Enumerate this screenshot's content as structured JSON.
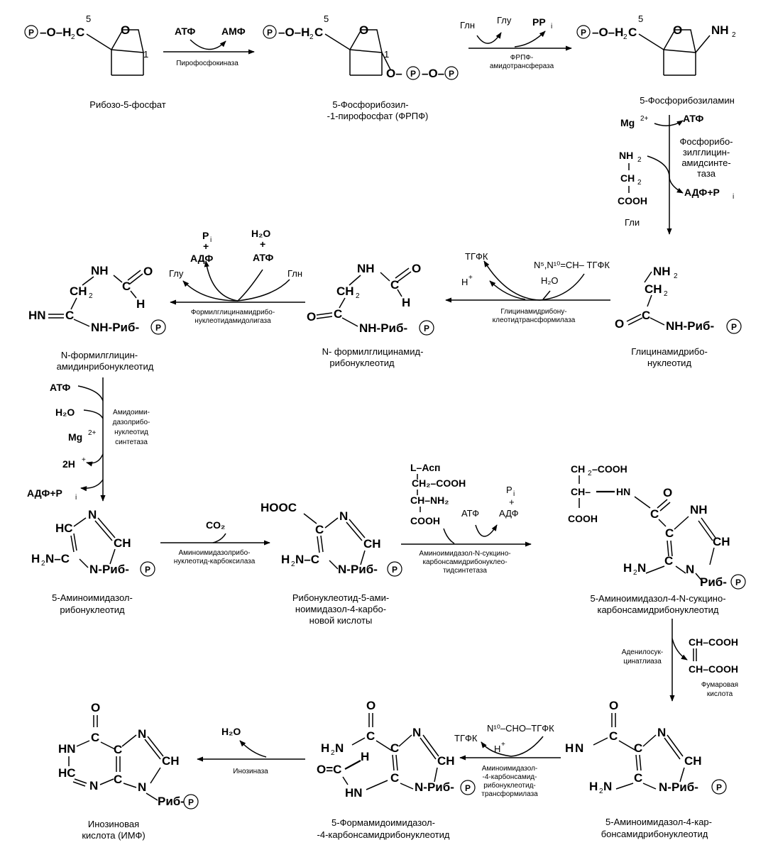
{
  "p_symbol": "P",
  "s1": {
    "name": "Рибозо-5-фосфат"
  },
  "s2": {
    "name_line1": "5-Фосфорибозил-",
    "name_line2": "-1-пирофосфат (ФРПФ)"
  },
  "s3": {
    "name": "5-Фосфорибозиламин"
  },
  "s4": {
    "name_line1": "Глицинамидрибо-",
    "name_line2": "нуклеотид"
  },
  "s5": {
    "name_line1": "N- формилглицинамид-",
    "name_line2": "рибонуклеотид"
  },
  "s6": {
    "name_line1": "N-формилглицин-",
    "name_line2": "амидинрибонуклеотид"
  },
  "s7": {
    "name_line1": "5-Аминоимидазол-",
    "name_line2": "рибонуклеотид"
  },
  "s8": {
    "name_line1": "Рибонуклеотид-5-ами-",
    "name_line2": "ноимидазол-4-карбо-",
    "name_line3": "новой кислоты"
  },
  "s9": {
    "name_line1": "5-Аминоимидазол-4-N-сукцино-",
    "name_line2": "карбонсамидрибонуклеотид"
  },
  "s10": {
    "name_line1": "5-Аминоимидазол-4-кар-",
    "name_line2": "бонсамидрибонуклеотид"
  },
  "s11": {
    "name_line1": "5-Формамидоимидазол-",
    "name_line2": "-4-карбонсамидрибонуклеотид"
  },
  "s12": {
    "name_line1": "Инозиновая",
    "name_line2": "кислота (ИМФ)"
  },
  "r1": {
    "enzyme": "Пирофосфокиназа",
    "in": "АТФ",
    "out": "АМФ"
  },
  "r2": {
    "enzyme_line1": "ФРПФ-",
    "enzyme_line2": "амидотрансфераза",
    "in": "Глн",
    "out1": "Глу",
    "out2": "PP"
  },
  "r3": {
    "enzyme_lines": [
      "Фосфорибо-",
      "зилглицин-",
      "амидсинте-",
      "таза"
    ],
    "mg": "Mg",
    "atf": "АТФ",
    "nh2": "NH",
    "ch2": "CH",
    "cooh": "COOH",
    "gly": "Гли",
    "out": "АДФ+P"
  },
  "r4": {
    "enzyme_line1": "Глицинамидрибону-",
    "enzyme_line2": "клеотидтрансформилаза",
    "in": "N⁵,N¹⁰=CH– ТГФК",
    "out_thfa": "ТГФК",
    "out_h": "H",
    "h2o": "H₂O"
  },
  "r5": {
    "enzyme_line1": "Формилглицинамидрибо-",
    "enzyme_line2": "нуклеотидамидолигаза",
    "pi": "P",
    "plus": "+",
    "adf": "АДФ",
    "h2o": "H₂O",
    "atf": "АТФ",
    "glu": "Глу",
    "gln": "Глн"
  },
  "r6": {
    "enzyme_lines": [
      "Амидоими-",
      "дазолрибо-",
      "нуклеотид",
      "синтетаза"
    ],
    "atf": "АТФ",
    "h2o": "H₂O",
    "mg": "Mg",
    "h2": "2H",
    "out": "АДФ+P"
  },
  "r7": {
    "enzyme_line1": "Аминоимидазолрибо-",
    "enzyme_line2": "нуклеотид-карбоксилаза",
    "in": "CO₂"
  },
  "r8": {
    "enzyme_line1": "Аминоимидазол-N-сукцино-",
    "enzyme_line2": "карбонсамидрибонуклео-",
    "enzyme_line3": "тидсинтетаза",
    "asp": "L–Асп",
    "asp_ch2": "CH₂–COOH",
    "asp_ch": "CH–NH₂",
    "asp_cooh": "COOH",
    "atf": "АТФ",
    "pi": "P",
    "plus": "+",
    "adf": "АДФ"
  },
  "r9": {
    "enzyme_line1": "Аденилосук-",
    "enzyme_line2": "цинатлиаза",
    "fum_top": "CH–COOH",
    "fum_bottom": "CH–COOH",
    "fum_name_line1": "Фумаровая",
    "fum_name_line2": "кислота"
  },
  "r10": {
    "enzyme_lines": [
      "Аминоимидазол-",
      "-4-карбонсамид-",
      "рибонуклеотид-",
      "трансформилаза"
    ],
    "in": "N¹⁰–CHO–ТГФК",
    "out": "ТГФК",
    "h": "H"
  },
  "r11": {
    "enzyme": "Инозиназа",
    "out": "H₂O"
  }
}
